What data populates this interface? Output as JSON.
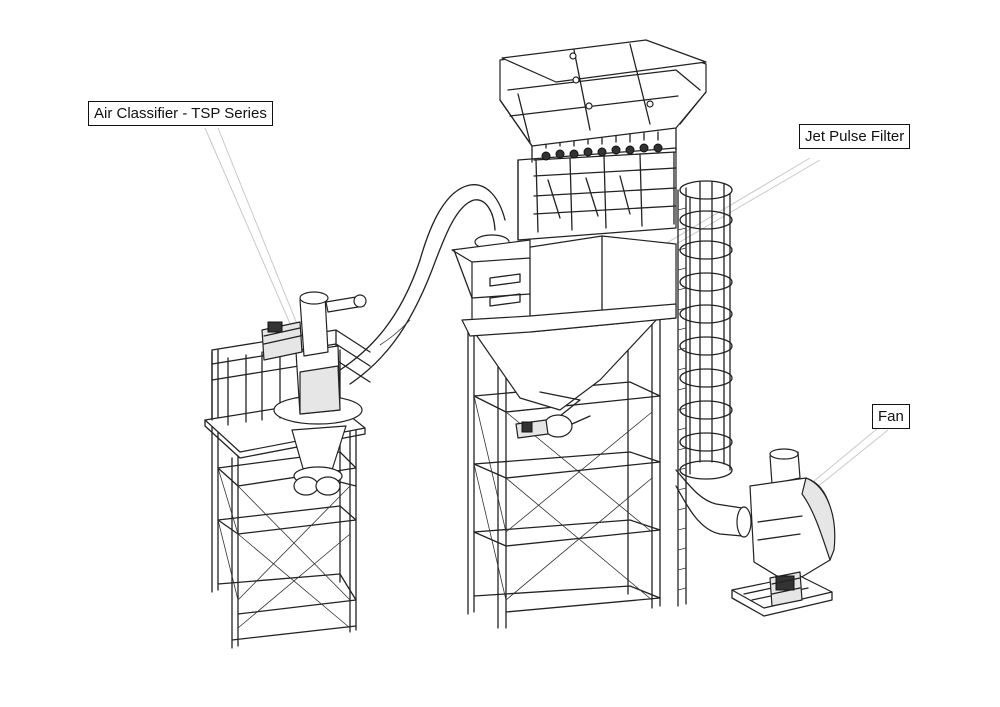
{
  "labels": {
    "air_classifier": "Air Classifier - TSP Series",
    "jet_pulse_filter": "Jet Pulse Filter",
    "fan": "Fan"
  }
}
